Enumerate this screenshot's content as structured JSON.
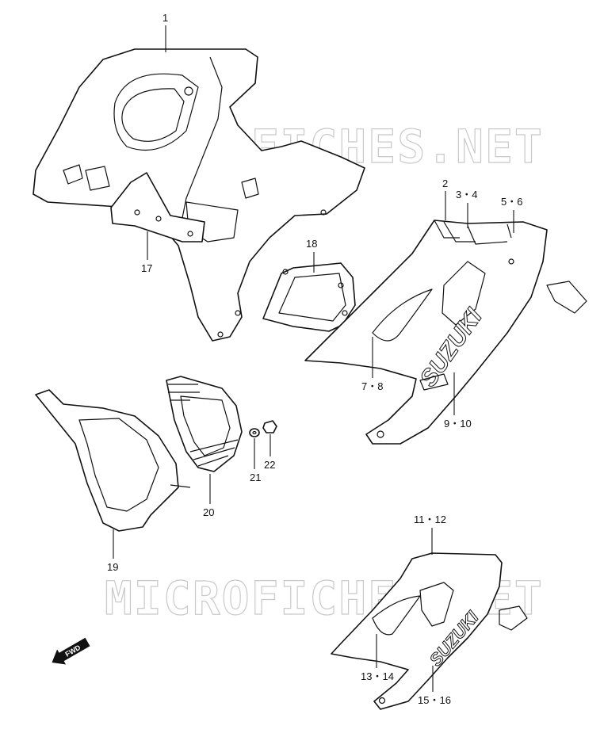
{
  "watermark": "MICROFICHES.NET",
  "logo": "SUZUKI",
  "forward_arrow": "FWD",
  "callouts": {
    "p1": "1",
    "p2": "2",
    "p3_4": "3・4",
    "p5_6": "5・6",
    "p7_8": "7・8",
    "p9_10": "9・10",
    "p11_12": "11・12",
    "p13_14": "13・14",
    "p15_16": "15・16",
    "p17": "17",
    "p18": "18",
    "p19": "19",
    "p20": "20",
    "p21": "21",
    "p22": "22"
  }
}
